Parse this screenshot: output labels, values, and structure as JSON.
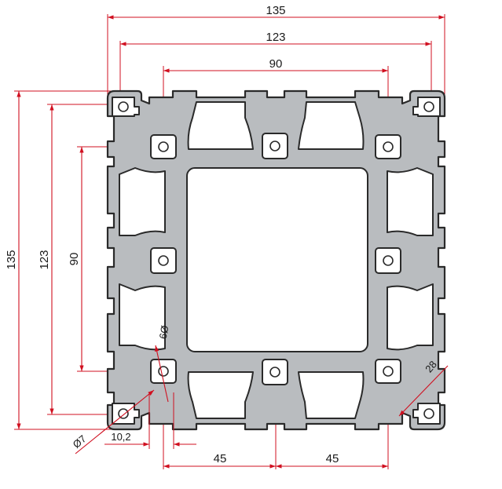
{
  "drawing": {
    "colors": {
      "dimension": "#d01020",
      "profile_fill": "#b9bcbf",
      "profile_outline": "#2a2a2a",
      "background": "#ffffff"
    },
    "dimensions": {
      "overall_width": "135",
      "slot_width": "123",
      "core_width": "90",
      "overall_height": "135",
      "slot_height": "123",
      "core_height": "90",
      "pitch_left": "45",
      "pitch_right": "45",
      "bore_small": "6Ø",
      "bore_large": "Ø7",
      "slot_opening": "10,2",
      "diagonal": "28"
    }
  }
}
